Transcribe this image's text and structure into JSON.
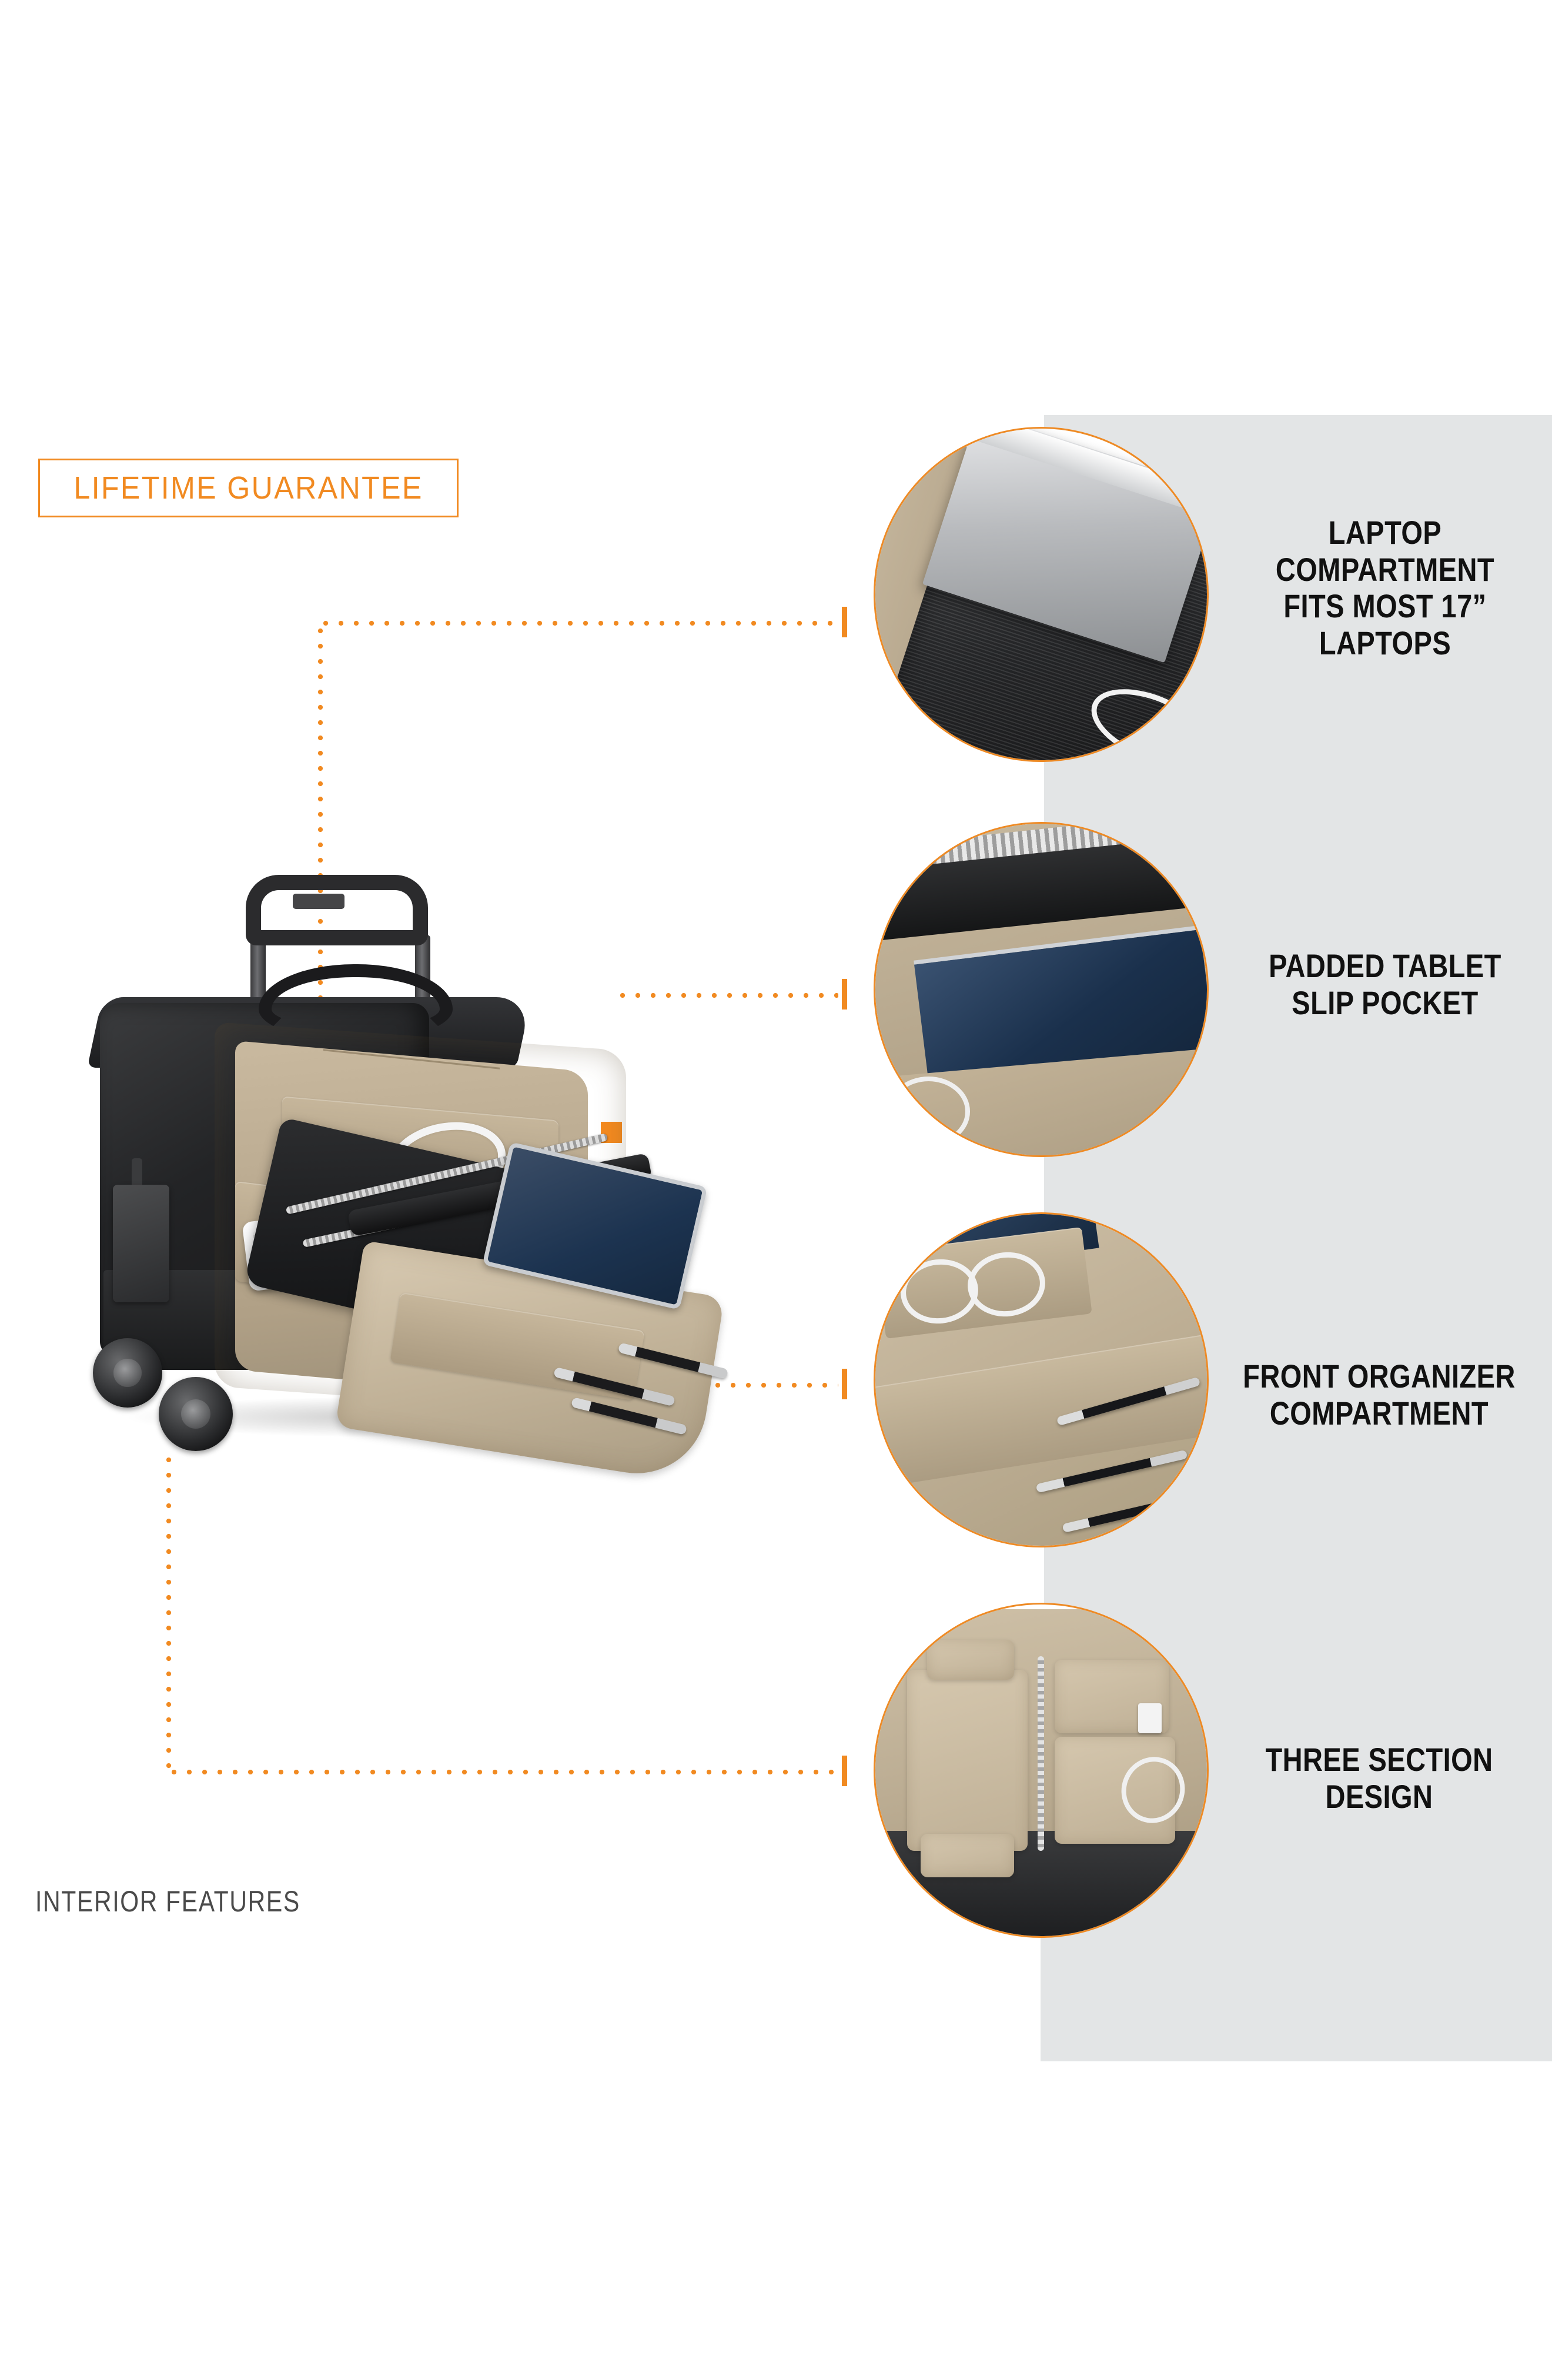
{
  "page": {
    "background_color": "#ffffff",
    "panel_color": "#e3e5e6",
    "accent_color": "#f18a21",
    "marker_color": "#f68b1f",
    "text_color": "#111111",
    "caption_color": "#4a4a4a"
  },
  "badge": {
    "label": "LIFETIME GUARANTEE"
  },
  "caption": {
    "label": "INTERIOR FEATURES"
  },
  "product": {
    "name": "rolling laptop briefcase",
    "body_color": "#1c1d1f",
    "lining_color": "#bcac91"
  },
  "features": [
    {
      "id": "laptop-compartment",
      "label": "LAPTOP\nCOMPARTMENT\nFITS MOST 17”\nLAPTOPS",
      "lines": [
        "LAPTOP",
        "COMPARTMENT",
        "FITS MOST 17”",
        "LAPTOPS"
      ],
      "photo": "laptop sliding into padded black sleeve"
    },
    {
      "id": "padded-tablet-slip-pocket",
      "label": "PADDED TABLET\nSLIP POCKET",
      "lines": [
        "PADDED TABLET",
        "SLIP POCKET"
      ],
      "photo": "blue tablet in tan slip pocket below black handle"
    },
    {
      "id": "front-organizer-compartment",
      "label": "FRONT ORGANIZER\nCOMPARTMENT",
      "lines": [
        "FRONT ORGANIZER",
        "COMPARTMENT"
      ],
      "photo": "tan organizer panel with cable loops and pens"
    },
    {
      "id": "three-section-design",
      "label": "THREE SECTION\nDESIGN",
      "lines": [
        "THREE SECTION",
        "DESIGN"
      ],
      "photo": "bag opened flat showing three tan sections with power cable"
    }
  ]
}
